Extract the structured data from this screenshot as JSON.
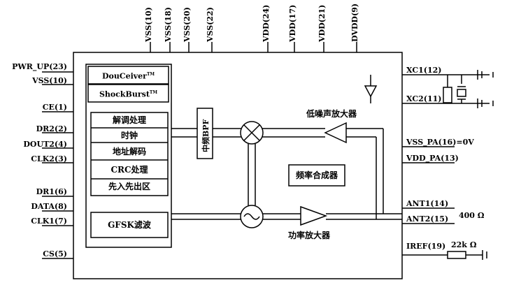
{
  "top_pins": [
    "VSS(10)",
    "VSS(18)",
    "VSS(20)",
    "VSS(22)",
    "VDD(24)",
    "VDD(17)",
    "VDD(21)",
    "DVDD(9)"
  ],
  "left_pins": [
    "PWR_UP(23)",
    "VSS(10)",
    "CE(1)",
    "DR2(2)",
    "DOUT2(4)",
    "CLK2(3)",
    "DR1(6)",
    "DATA(8)",
    "CLK1(7)",
    "CS(5)"
  ],
  "right_pins": [
    "XC1(12)",
    "XC2(11)",
    "VSS_PA(16)=0V",
    "VDD_PA(13)",
    "ANT1(14)",
    "ANT2(15)",
    "IREF(19)"
  ],
  "blocks": {
    "douceiver": "DouCeiver",
    "douceiver_tm": "TM",
    "shockburst": "ShockBurst",
    "shockburst_tm": "TM",
    "demod": "解调处理",
    "clock": "时钟",
    "addr_decode": "地址解码",
    "crc": "CRC处理",
    "fifo": "先入先出区",
    "gfsk": "GFSK滤波",
    "if_bpf": "中频BPF",
    "lna": "低噪声放大器",
    "synth": "频率合成器",
    "pa": "功率放大器"
  },
  "external": {
    "ant_resistor": "400 Ω",
    "iref_resistor": "22k Ω"
  }
}
